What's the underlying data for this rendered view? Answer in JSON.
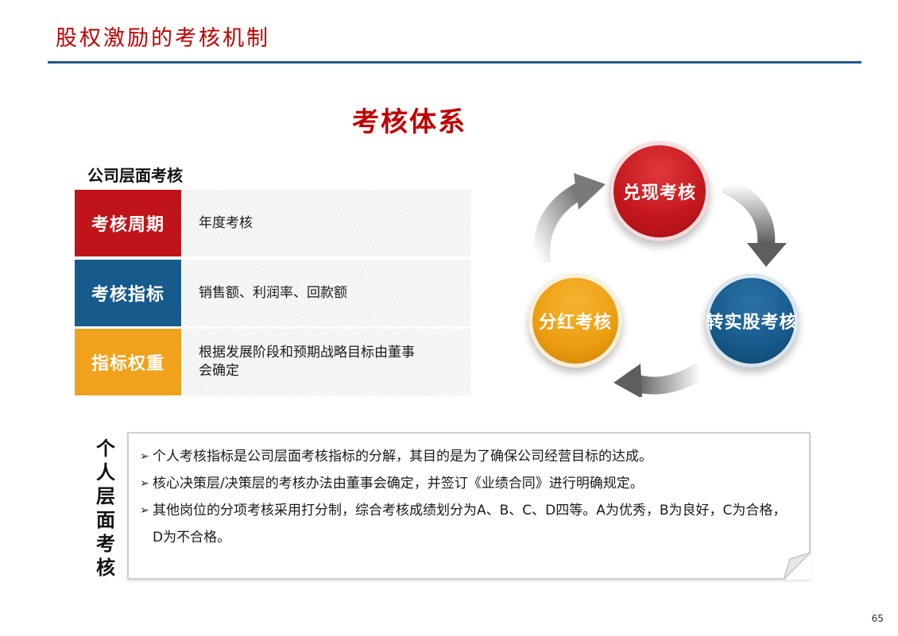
{
  "title": "股权激励的考核机制",
  "heading": "考核体系",
  "company": {
    "label": "公司层面考核",
    "rows": [
      {
        "key": "考核周期",
        "value": "年度考核",
        "color": "#c0141a"
      },
      {
        "key": "考核指标",
        "value": "销售额、利润率、回款额",
        "color": "#175a8c"
      },
      {
        "key": "指标权重",
        "value_line1": "根据发展阶段和预期战略目标由董事",
        "value_line2": "会确定",
        "color": "#f0a21c"
      }
    ]
  },
  "cycle": {
    "top": {
      "label": "兑现考核",
      "color": "#c3171d"
    },
    "right": {
      "label": "转实股考核",
      "color": "#175a8c"
    },
    "left": {
      "label": "分红考核",
      "color": "#ec9d10"
    }
  },
  "personal": {
    "label": [
      "个",
      "人",
      "层",
      "面",
      "考",
      "核"
    ],
    "items": [
      "个人考核指标是公司层面考核指标的分解，其目的是为了确保公司经营目标的达成。",
      "核心决策层/决策层的考核办法由董事会确定，并签订《业绩合同》进行明确规定。",
      "其他岗位的分项考核采用打分制，综合考核成绩划分为A、B、C、D四等。A为优秀，B为良好，C为合格，D为不合格。"
    ],
    "bullet": "➢"
  },
  "page_number": "65",
  "colors": {
    "title": "#c00000",
    "rule": "#1f5b8c"
  }
}
